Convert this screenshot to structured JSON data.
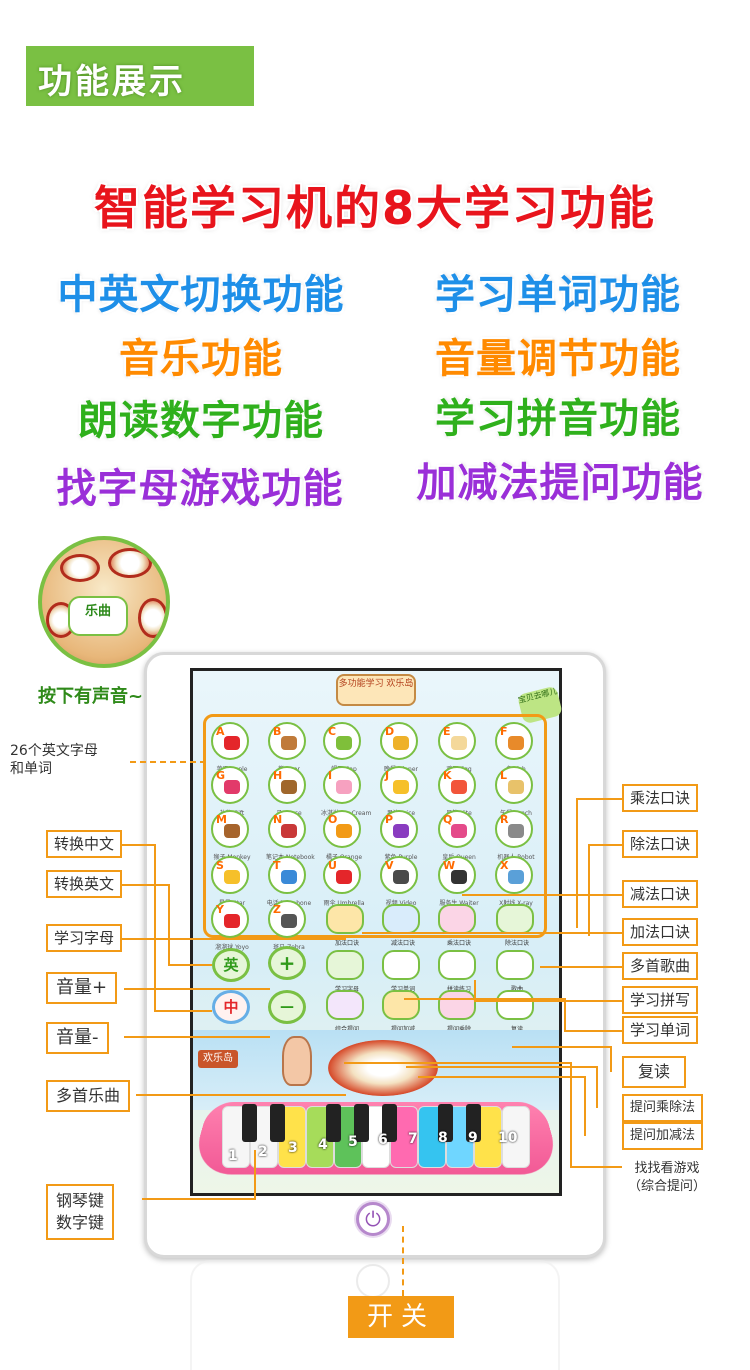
{
  "section_tag": "功能展示",
  "headline": "智能学习机的8大学习功能",
  "features": [
    {
      "label": "中英文切换功能",
      "color": "#1e8fe8"
    },
    {
      "label": "学习单词功能",
      "color": "#1e8fe8"
    },
    {
      "label": "音乐功能",
      "color": "#ff8a00"
    },
    {
      "label": "音量调节功能",
      "color": "#ff8a00"
    },
    {
      "label": "朗读数字功能",
      "color": "#2fb01c"
    },
    {
      "label": "学习拼音功能",
      "color": "#2fb01c"
    },
    {
      "label": "找字母游戏功能",
      "color": "#9a2fd8"
    },
    {
      "label": "加减法提问功能",
      "color": "#9a2fd8"
    }
  ],
  "badge": {
    "bubble": "乐曲",
    "caption": "按下有声音~"
  },
  "screen": {
    "title": "多功能学习 欢乐岛",
    "ribbon": "宝贝去哪儿",
    "alphabet": [
      {
        "l": "A",
        "w": "苹果 Apple",
        "c": "#e4262a"
      },
      {
        "l": "B",
        "w": "熊 Bear",
        "c": "#c07a3a"
      },
      {
        "l": "C",
        "w": "帽子 Cap",
        "c": "#7fbf3a"
      },
      {
        "l": "D",
        "w": "晚餐 Dinner",
        "c": "#eeb12a"
      },
      {
        "l": "E",
        "w": "鸡蛋 Egg",
        "c": "#f4d89a"
      },
      {
        "l": "F",
        "w": "鱼 Fish",
        "c": "#e88a2a"
      },
      {
        "l": "G",
        "w": "礼物 Gift",
        "c": "#e23a6a"
      },
      {
        "l": "H",
        "w": "马 Horse",
        "c": "#a0672c"
      },
      {
        "l": "I",
        "w": "冰淇淋 Ice Cream",
        "c": "#f6a1c0"
      },
      {
        "l": "J",
        "w": "果汁 Juice",
        "c": "#f6c02a"
      },
      {
        "l": "K",
        "w": "风筝 Kite",
        "c": "#f2553a"
      },
      {
        "l": "L",
        "w": "午餐 Lunch",
        "c": "#e8c26a"
      },
      {
        "l": "M",
        "w": "猴子 Monkey",
        "c": "#a6642c"
      },
      {
        "l": "N",
        "w": "笔记本 Notebook",
        "c": "#c93838"
      },
      {
        "l": "O",
        "w": "橘子 Orange",
        "c": "#f29a16"
      },
      {
        "l": "P",
        "w": "紫色 Purple",
        "c": "#8a3cc0"
      },
      {
        "l": "Q",
        "w": "皇后 Queen",
        "c": "#e44a8a"
      },
      {
        "l": "R",
        "w": "机器人 Robot",
        "c": "#8a8a8a"
      },
      {
        "l": "S",
        "w": "星星 Star",
        "c": "#f6c02a"
      },
      {
        "l": "T",
        "w": "电话 Telephone",
        "c": "#3a8ad8"
      },
      {
        "l": "U",
        "w": "雨伞 Umbrella",
        "c": "#e4262a"
      },
      {
        "l": "V",
        "w": "视频 Video",
        "c": "#4a4a4a"
      },
      {
        "l": "W",
        "w": "服务生 Waiter",
        "c": "#333"
      },
      {
        "l": "X",
        "w": "X射线 X-ray",
        "c": "#5aa0d8"
      },
      {
        "l": "Y",
        "w": "溜溜球 Yoyo",
        "c": "#e4262a"
      },
      {
        "l": "Z",
        "w": "斑马 Zebra",
        "c": "#555"
      }
    ],
    "function_buttons": [
      {
        "t": "加法口诀"
      },
      {
        "t": "减法口诀"
      },
      {
        "t": "乘法口诀"
      },
      {
        "t": "除法口诀"
      },
      {
        "t": "学习字母"
      },
      {
        "t": "学习单词"
      },
      {
        "t": "拼读练习"
      },
      {
        "t": "歌曲"
      },
      {
        "t": "综合提问"
      },
      {
        "t": "提问加减"
      },
      {
        "t": "提问乘除"
      },
      {
        "t": "复读"
      }
    ],
    "round_buttons": {
      "english": "英",
      "plus": "+",
      "chinese": "中",
      "minus": "—"
    },
    "scene_sign": "欢乐岛",
    "piano_numbers": [
      "1",
      "2",
      "3",
      "4",
      "5",
      "6",
      "7",
      "8",
      "9",
      "10"
    ],
    "power_glyph": "⏻"
  },
  "callouts_left": {
    "letters": "26个英文字母\n和单词",
    "to_chinese": "转换中文",
    "to_english": "转换英文",
    "learn_letters": "学习字母",
    "volume_up": "音量+",
    "volume_down": "音量-",
    "songs": "多首乐曲",
    "piano": "钢琴键\n数字键"
  },
  "callouts_right": {
    "multiply": "乘法口诀",
    "divide": "除法口诀",
    "subtract": "减法口诀",
    "add": "加法口诀",
    "multi_songs": "多首歌曲",
    "pinyin": "学习拼写",
    "words": "学习单词",
    "repeat": "复读",
    "ask_muldiv": "提问乘除法",
    "ask_addsub": "提问加减法",
    "game": "找找看游戏\n（综合提问）"
  },
  "switch_label": "开关"
}
